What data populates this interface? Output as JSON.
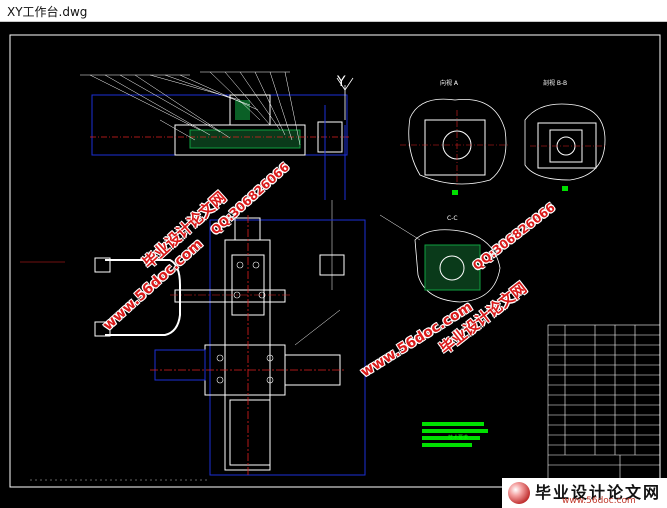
{
  "window": {
    "title": "XY工作台.dwg"
  },
  "drawing": {
    "axis_label": "Y",
    "view_a_label": "向视 A",
    "view_bb_label": "剖视 B-B",
    "section_cc_label": "C-C",
    "tech_req_label": "技术要求"
  },
  "watermarks": {
    "site_cn": "毕业设计论文网",
    "site_url": "www.56doc.com",
    "qq": "QQ:306826066"
  },
  "footer_logo": {
    "brand": "毕业设计论文网",
    "url": "www.56doc.com"
  },
  "colors": {
    "background": "#000000",
    "outline_white": "#ffffff",
    "dim_blue": "#1c2fd6",
    "center_red": "#e02020",
    "text_green": "#00e000",
    "hatch_green": "#10a040",
    "watermark_red": "#d91a1a"
  }
}
